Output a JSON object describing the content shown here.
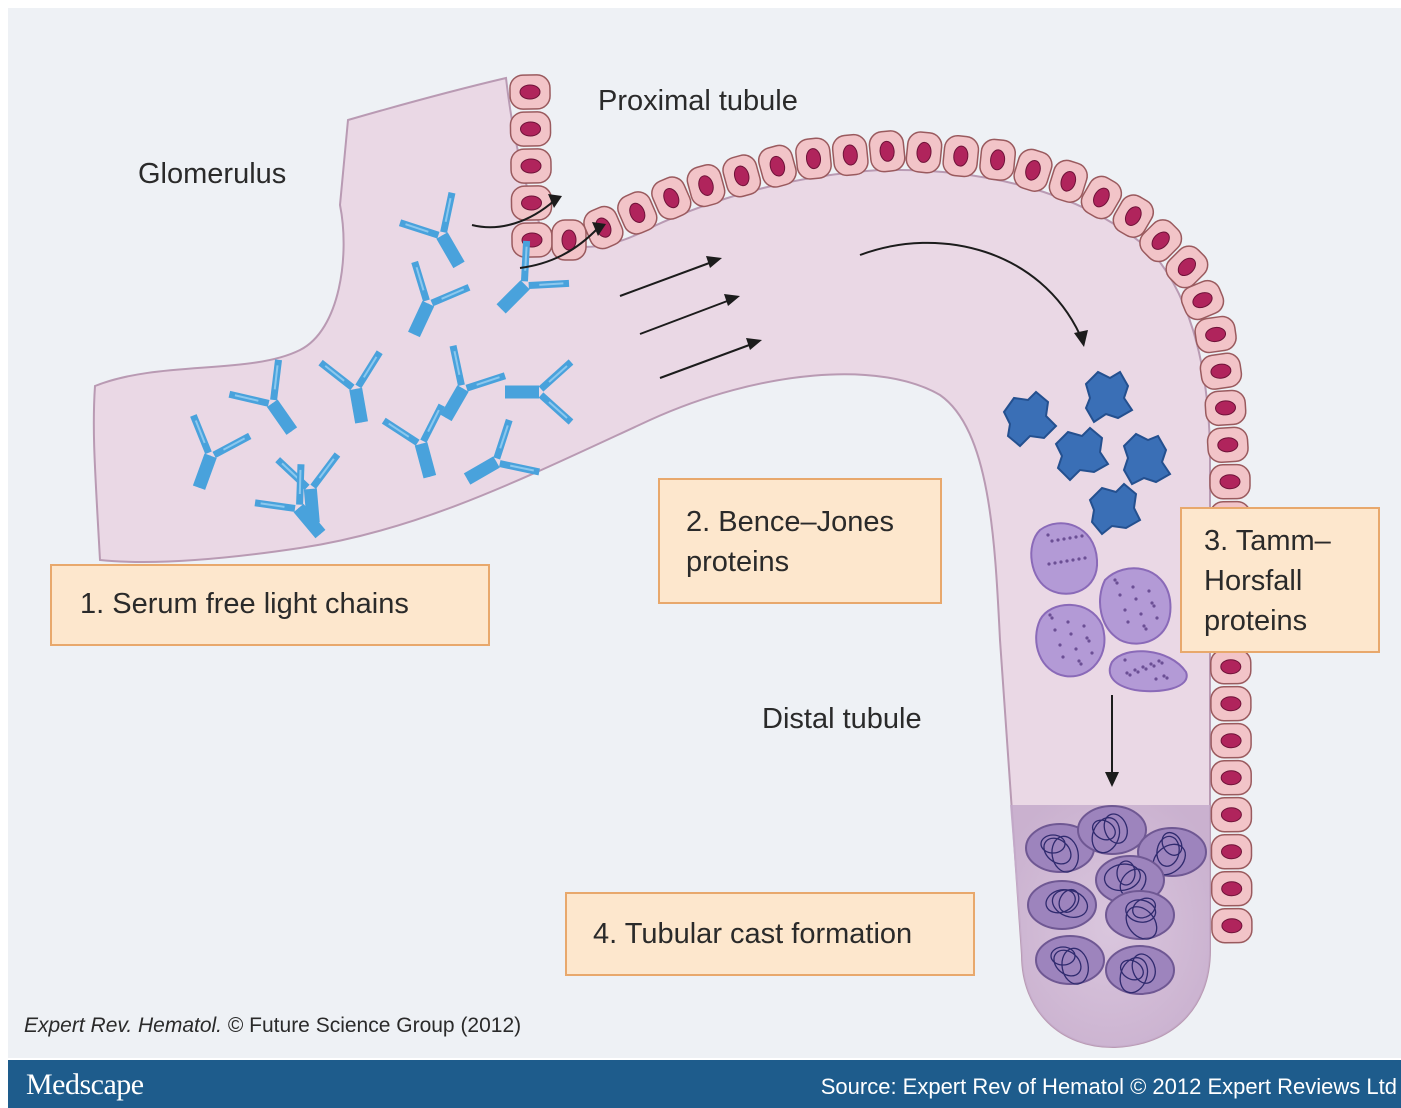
{
  "labels": {
    "glomerulus": "Glomerulus",
    "proximal_tubule": "Proximal tubule",
    "distal_tubule": "Distal tubule"
  },
  "steps": {
    "step1": "1. Serum free light chains",
    "step2_line1": "2. Bence–Jones",
    "step2_line2": "proteins",
    "step3_line1": "3. Tamm–",
    "step3_line2": "Horsfall",
    "step3_line3": "proteins",
    "step4": "4. Tubular cast formation"
  },
  "credit": {
    "journal": "Expert Rev. Hematol.",
    "rest": "© Future Science Group (2012)"
  },
  "footer": {
    "logo": "Medscape",
    "source": "Source: Expert Rev of Hematol © 2012 Expert Reviews Ltd"
  },
  "colors": {
    "background": "#eef1f5",
    "tubule": "#ead8e5",
    "cell": "#f2c4c8",
    "nucleus": "#b0245c",
    "antibody": "#49a2dc",
    "bence_jones": "#3a6fb6",
    "tamm_horsfall": "#b39ad6",
    "box_fill": "#fde7cd",
    "box_border": "#e8a86c",
    "footer": "#1e5c8c"
  }
}
